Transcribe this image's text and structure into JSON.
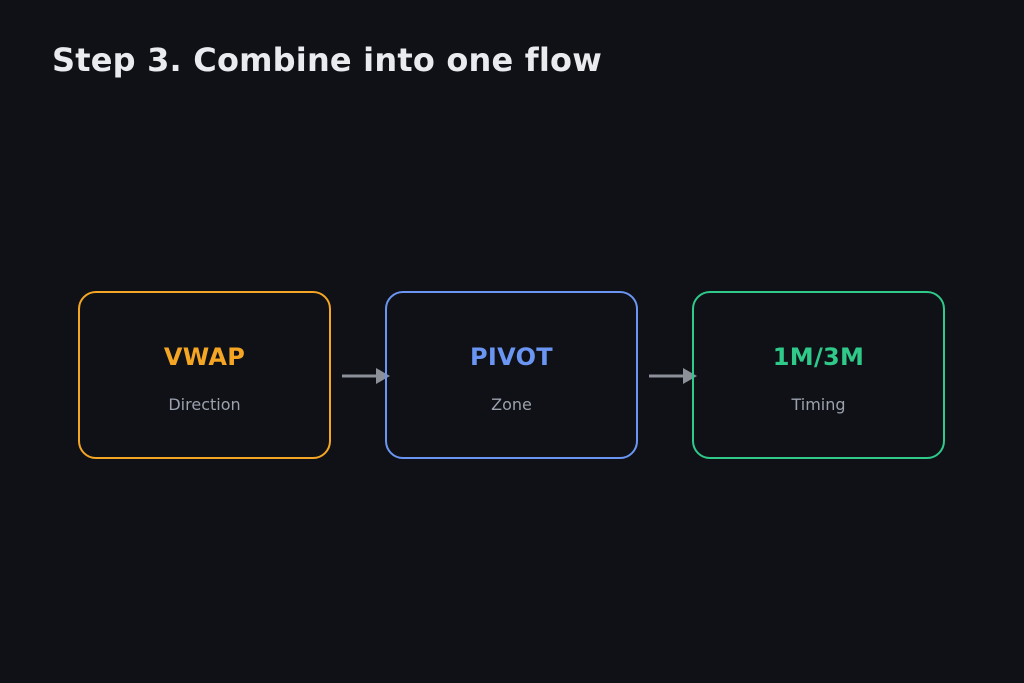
{
  "title": "Step 3. Combine into one flow",
  "colors": {
    "background": "#0f1116",
    "arrow": "#8b9099",
    "subtitle": "#9ba1ad"
  },
  "nodes": [
    {
      "label": "VWAP",
      "sublabel": "Direction",
      "color": "#f5a524"
    },
    {
      "label": "PIVOT",
      "sublabel": "Zone",
      "color": "#6b95f2"
    },
    {
      "label": "1M/3M",
      "sublabel": "Timing",
      "color": "#2fc98a"
    }
  ],
  "edges": [
    {
      "from": "VWAP",
      "to": "PIVOT"
    },
    {
      "from": "PIVOT",
      "to": "1M/3M"
    }
  ]
}
